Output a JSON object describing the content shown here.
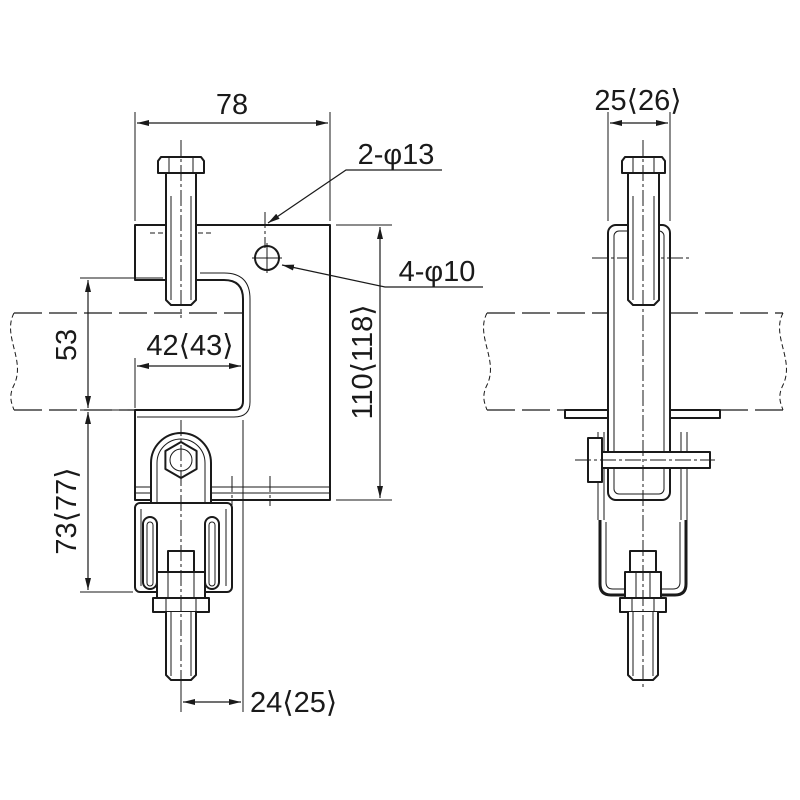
{
  "colors": {
    "ink": "#1a1a1a",
    "paper": "#ffffff"
  },
  "left_view": {
    "width_dim": "78",
    "top_hole_callout": "2-φ13",
    "side_hole_callout": "4-φ10",
    "opening_dim": "53",
    "throat_dim": "42⟨43⟩",
    "height_dim": "110⟨118⟩",
    "drop_dim": "73⟨77⟩",
    "offset_dim": "24⟨25⟩"
  },
  "right_view": {
    "thickness_dim": "25⟨26⟩"
  }
}
